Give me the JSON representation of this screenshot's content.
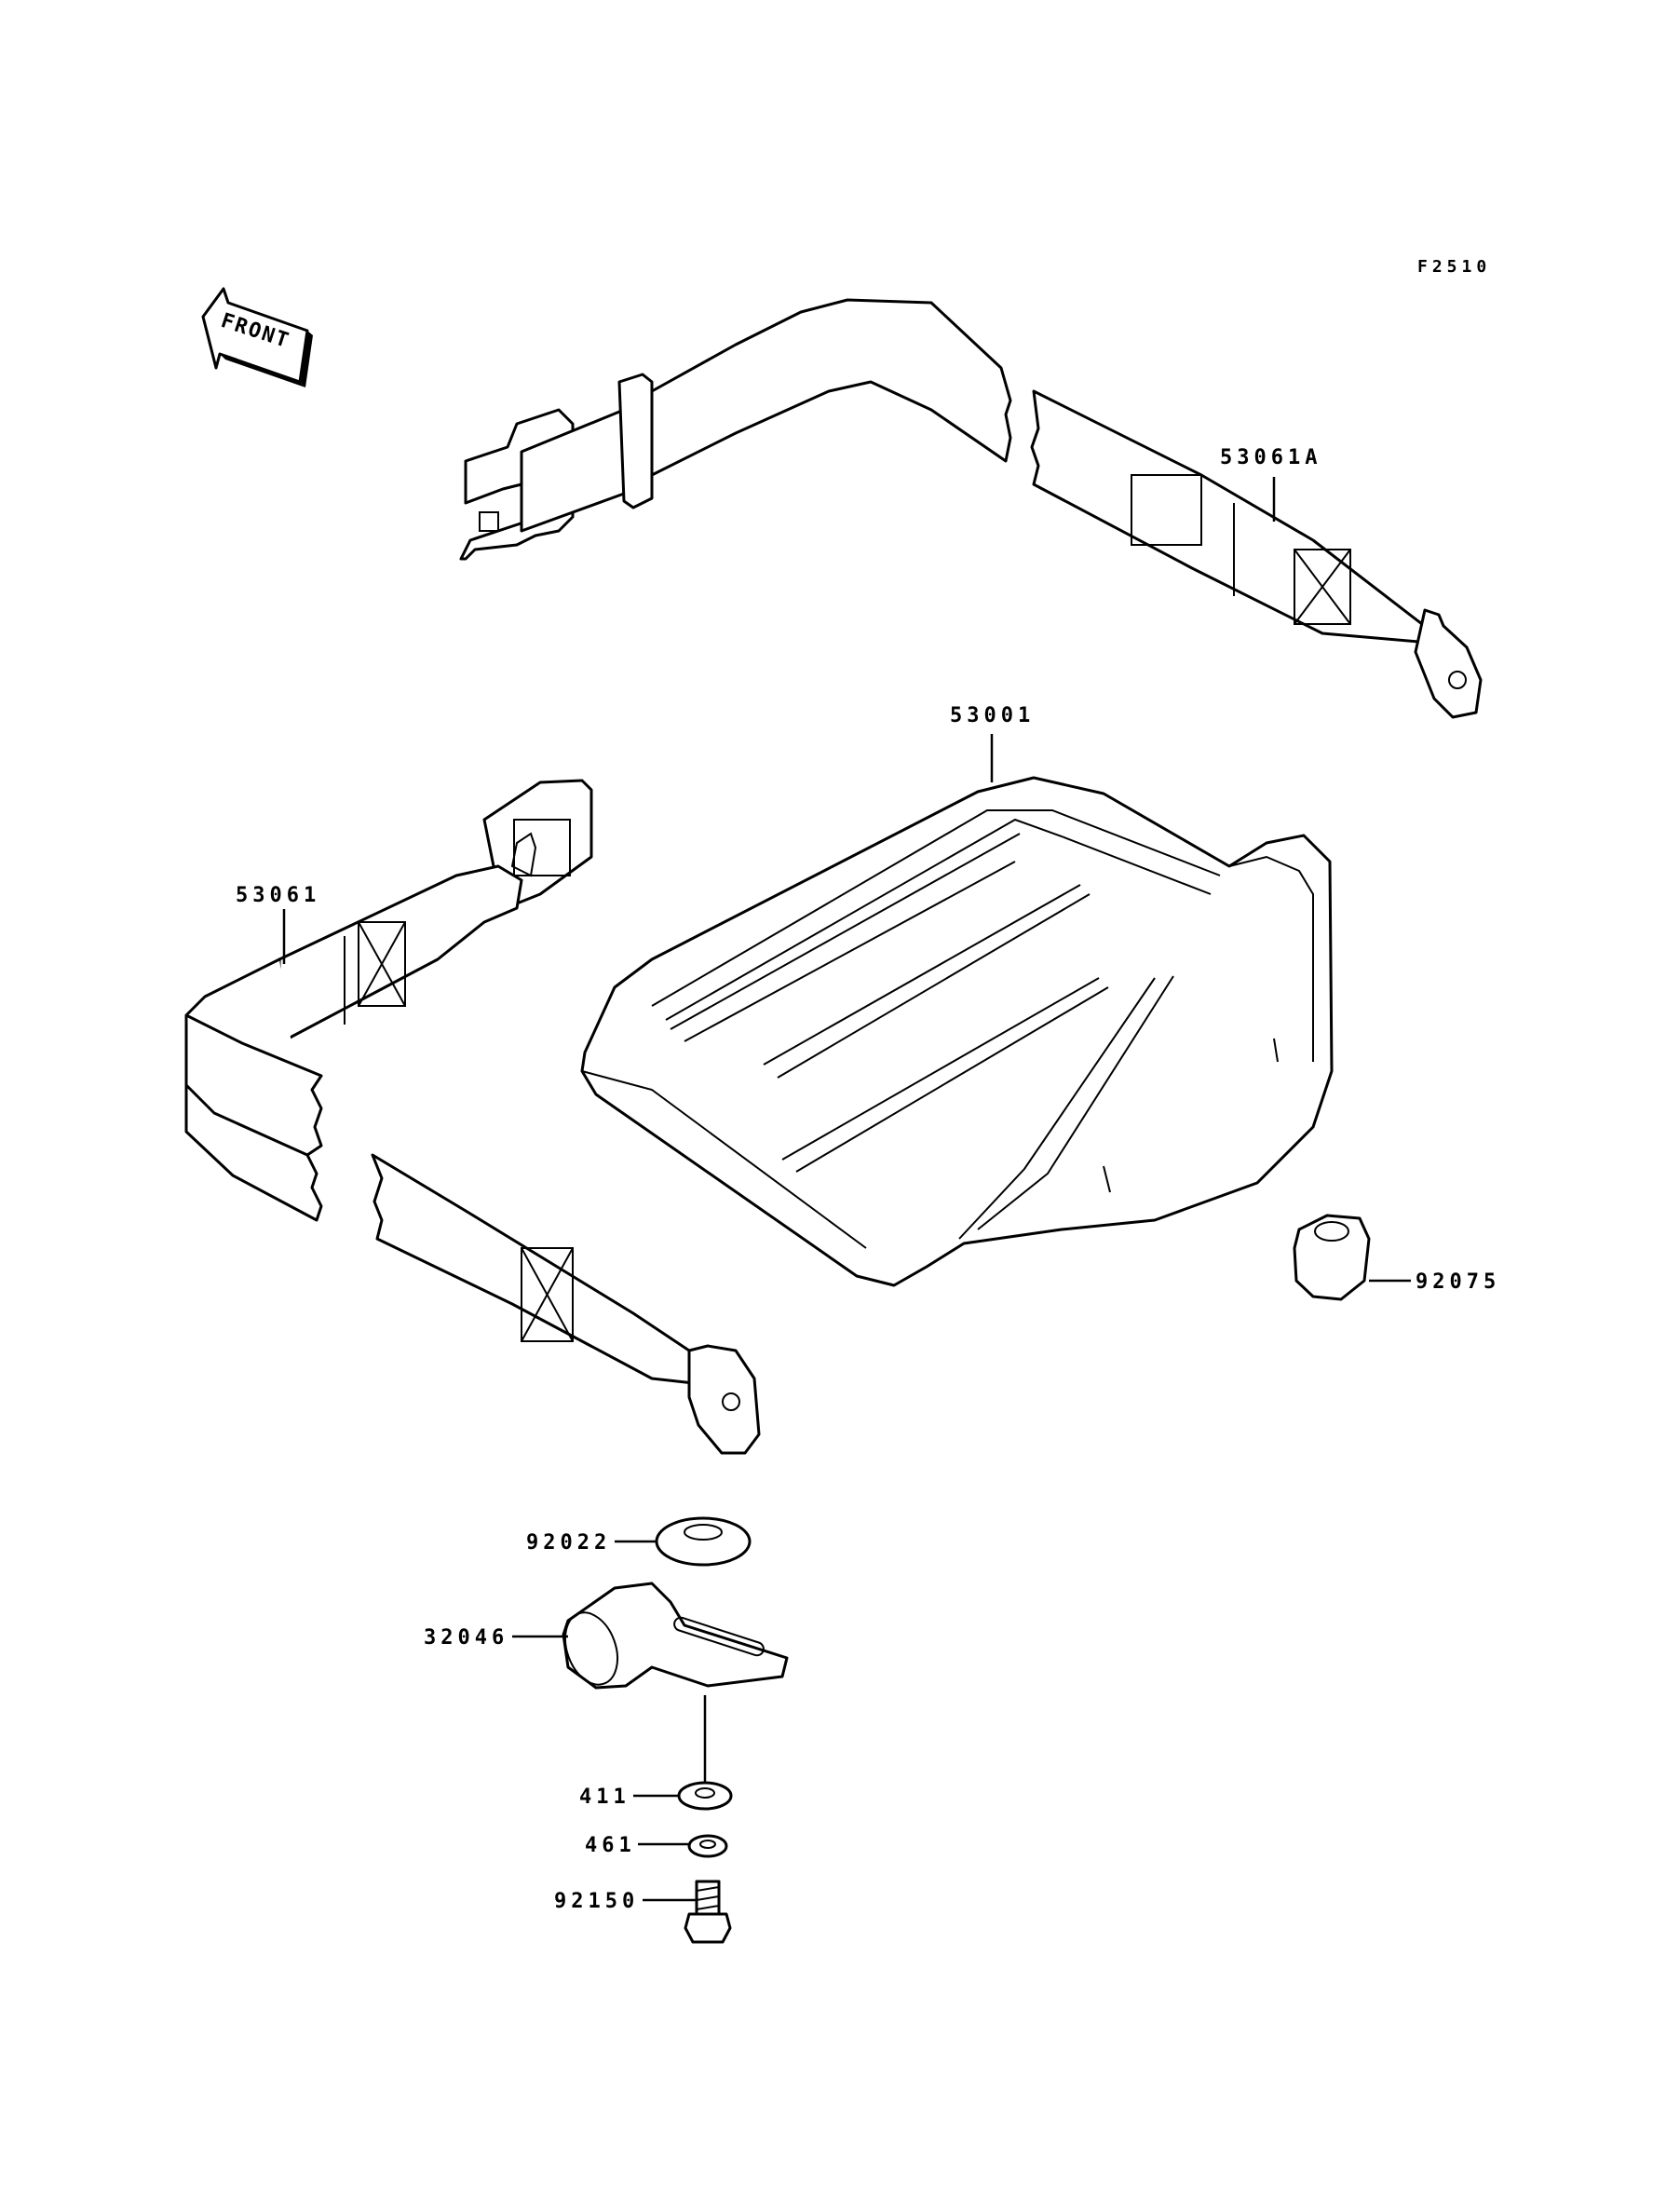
{
  "figure_code": "F2510",
  "front_arrow_label": "FRONT",
  "parts": {
    "belt_a": "53061A",
    "seat": "53001",
    "belt": "53061",
    "cap": "92075",
    "washer": "92022",
    "bracket": "32046",
    "flat_washer": "411",
    "lock_washer": "461",
    "bolt": "92150"
  }
}
